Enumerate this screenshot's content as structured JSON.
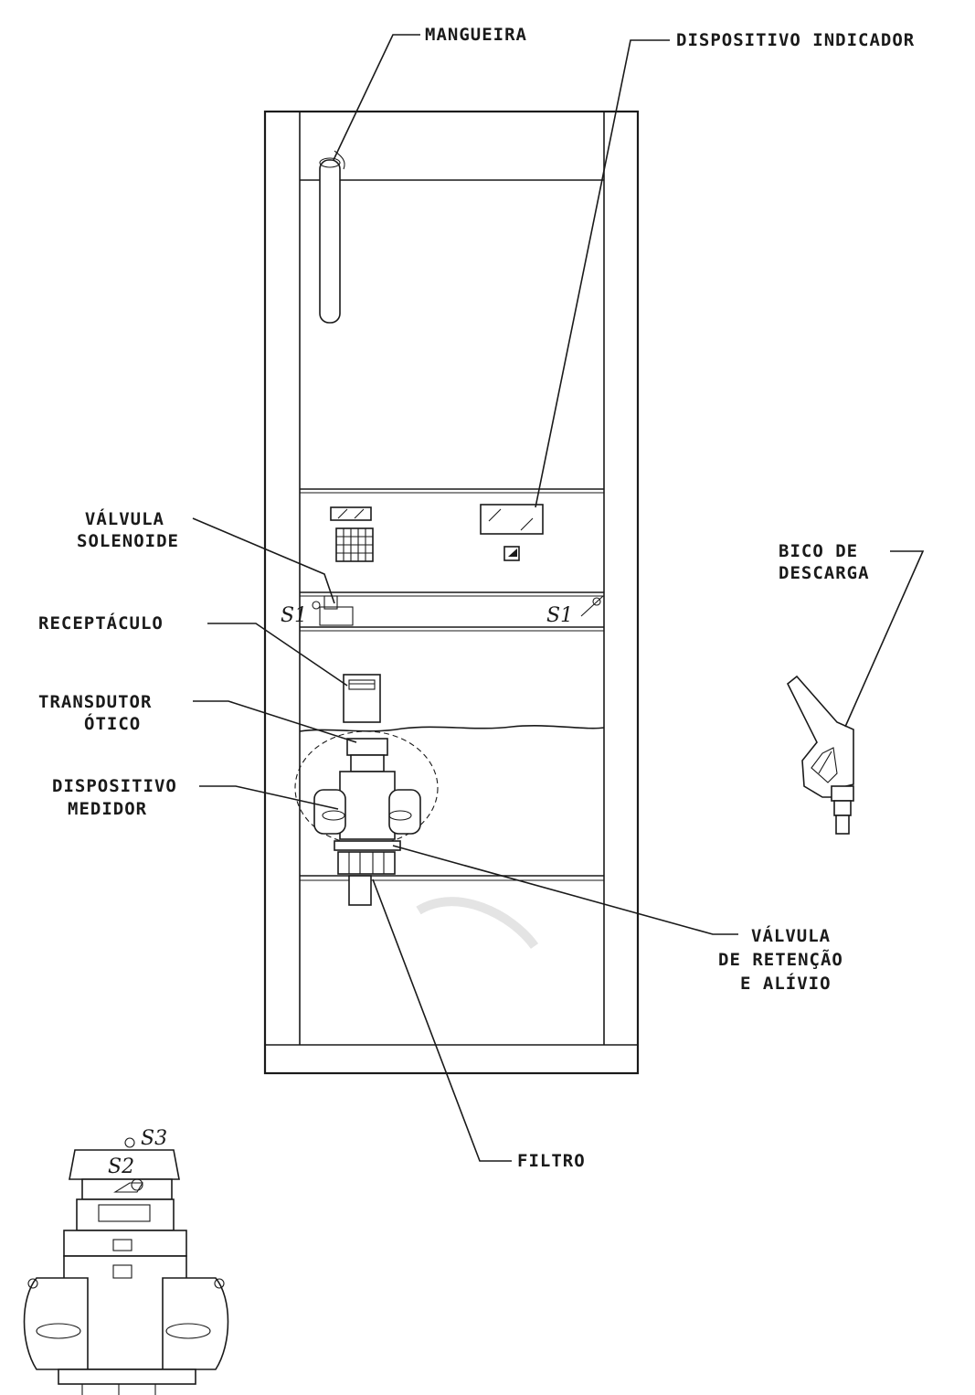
{
  "labels": {
    "mangueira": "MANGUEIRA",
    "dispositivo_indicador": "DISPOSITIVO INDICADOR",
    "valvula_solenoide_1": "VÁLVULA",
    "valvula_solenoide_2": "SOLENOIDE",
    "receptaculo": "RECEPTÁCULO",
    "transdutor_1": "TRANSDUTOR",
    "transdutor_2": "ÓTICO",
    "medidor_1": "DISPOSITIVO",
    "medidor_2": "MEDIDOR",
    "bico_1": "BICO DE",
    "bico_2": "DESCARGA",
    "retencao_1": "VÁLVULA",
    "retencao_2": "DE RETENÇÃO",
    "retencao_3": "E ALÍVIO",
    "filtro": "FILTRO"
  },
  "sensor_tags": {
    "s1_left": "S1",
    "s1_right": "S1",
    "s2": "S2",
    "s3": "S3"
  }
}
